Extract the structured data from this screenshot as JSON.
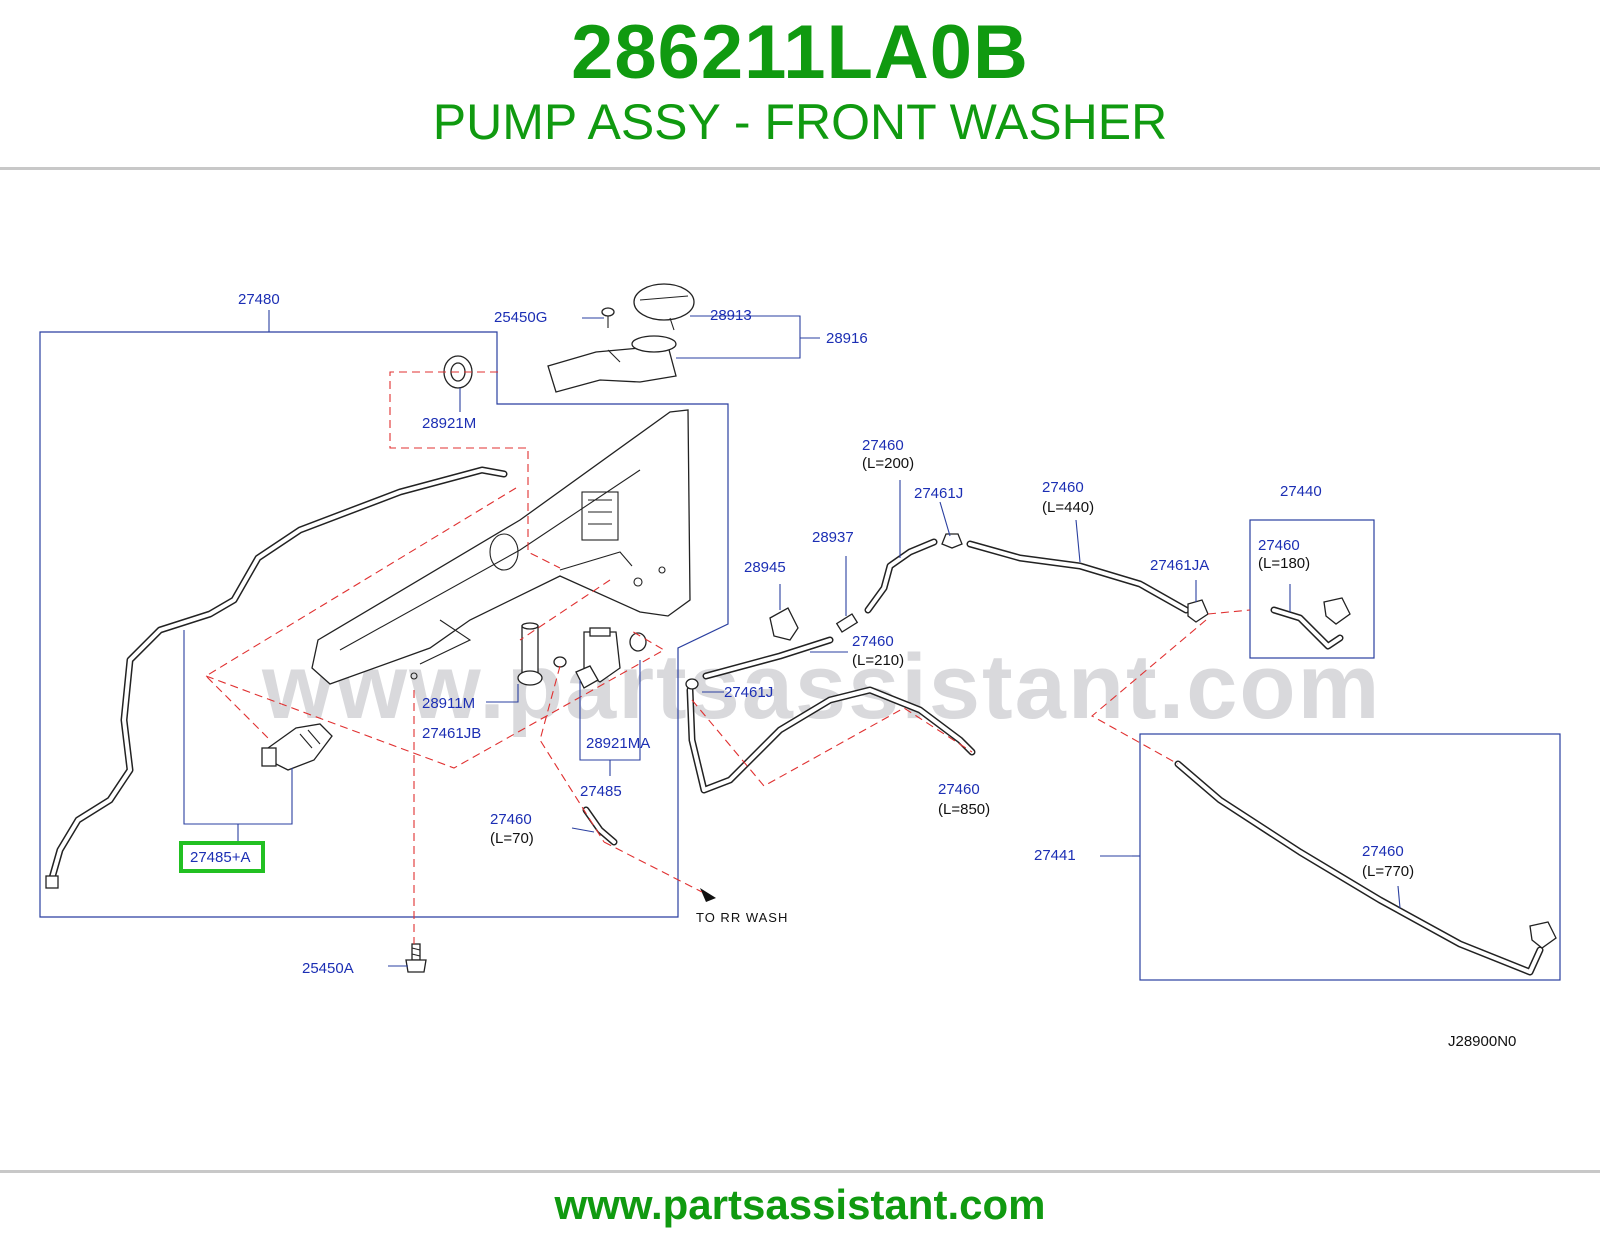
{
  "header": {
    "part_number": "286211LA0B",
    "part_title": "PUMP ASSY - FRONT WASHER"
  },
  "watermark": "www.partsassistant.com",
  "footer": {
    "url": "www.partsassistant.com"
  },
  "diagram": {
    "code": "J28900N0",
    "highlight_color": "#22c022",
    "labels": {
      "l27480": "27480",
      "l25450G": "25450G",
      "l28913": "28913",
      "l28916": "28916",
      "l28921M": "28921M",
      "l27460_200": "27460",
      "l27460_200_len": "(L=200)",
      "l27461J_top": "27461J",
      "l27460_440": "27460",
      "l27460_440_len": "(L=440)",
      "l27440": "27440",
      "l28937": "28937",
      "l27461JA": "27461JA",
      "l27460_180": "27460",
      "l27460_180_len": "(L=180)",
      "l28945": "28945",
      "l27460_210": "27460",
      "l27460_210_len": "(L=210)",
      "l27461J_mid": "27461J",
      "l28911M": "28911M",
      "l27461JB": "27461JB",
      "l28921MA": "28921MA",
      "l27485": "27485",
      "l27460_850": "27460",
      "l27460_850_len": "(L=850)",
      "l27460_70": "27460",
      "l27460_70_len": "(L=70)",
      "l27485A": "27485+A",
      "l27441": "27441",
      "l27460_770": "27460",
      "l27460_770_len": "(L=770)",
      "l25450A": "25450A",
      "to_rr_wash": "TO   RR   WASH"
    }
  }
}
